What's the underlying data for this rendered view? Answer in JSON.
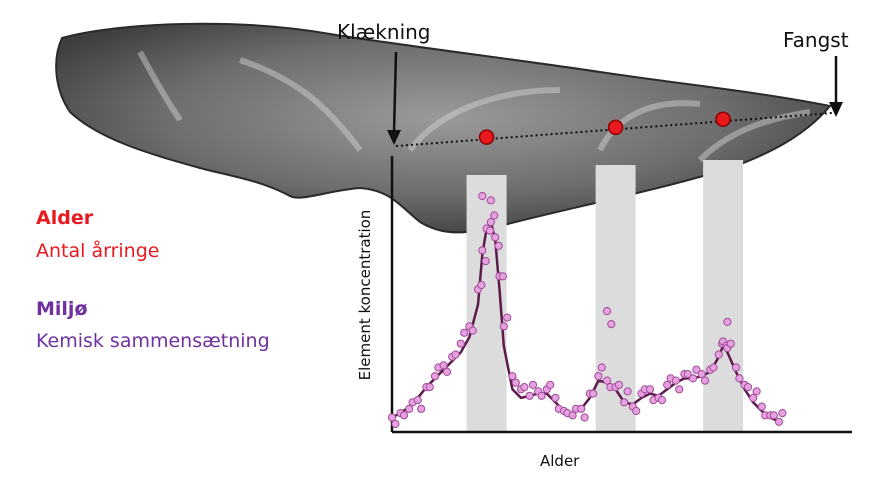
{
  "labels": {
    "hatching": "Klækning",
    "catch": "Fangst",
    "x_axis": "Alder",
    "y_axis": "Element koncentration"
  },
  "legend": {
    "age_title": "Alder",
    "age_desc": "Antal årringe",
    "env_title": "Miljø",
    "env_desc": "Kemisk sammensætning"
  },
  "colors": {
    "age": "#e8191f",
    "environment": "#7030a0",
    "curve": "#5b1a4a",
    "points_fill": "#e6a2e0",
    "points_stroke": "#a04a98",
    "bands": "#dcdcdc",
    "otolith_dark": "#3a3a3a",
    "otolith_light": "#bdbdbd"
  },
  "icons": [
    "hatching-arrow-icon",
    "catch-arrow-icon",
    "annual-ring-marker-icon"
  ],
  "chart_data": {
    "type": "scatter",
    "annual_ring_positions": [
      0.22,
      0.52,
      0.77
    ],
    "x": [
      0.0,
      0.02,
      0.04,
      0.06,
      0.08,
      0.1,
      0.12,
      0.14,
      0.16,
      0.18,
      0.2,
      0.21,
      0.22,
      0.23,
      0.24,
      0.25,
      0.26,
      0.28,
      0.3,
      0.32,
      0.34,
      0.36,
      0.38,
      0.4,
      0.42,
      0.44,
      0.46,
      0.48,
      0.5,
      0.52,
      0.54,
      0.56,
      0.58,
      0.6,
      0.62,
      0.64,
      0.66,
      0.68,
      0.7,
      0.72,
      0.74,
      0.76,
      0.77,
      0.78,
      0.8,
      0.82,
      0.84,
      0.86,
      0.88,
      0.9
    ],
    "y": [
      0.03,
      0.05,
      0.07,
      0.11,
      0.17,
      0.22,
      0.27,
      0.31,
      0.37,
      0.45,
      0.62,
      0.8,
      0.9,
      0.93,
      0.86,
      0.68,
      0.45,
      0.22,
      0.16,
      0.13,
      0.15,
      0.16,
      0.12,
      0.06,
      0.04,
      0.07,
      0.14,
      0.22,
      0.2,
      0.17,
      0.1,
      0.08,
      0.14,
      0.16,
      0.12,
      0.18,
      0.2,
      0.23,
      0.21,
      0.23,
      0.25,
      0.32,
      0.38,
      0.35,
      0.26,
      0.18,
      0.12,
      0.08,
      0.04,
      0.01
    ],
    "curve": [
      0.03,
      0.05,
      0.08,
      0.12,
      0.17,
      0.21,
      0.25,
      0.29,
      0.33,
      0.4,
      0.55,
      0.78,
      0.9,
      0.93,
      0.85,
      0.62,
      0.36,
      0.16,
      0.12,
      0.13,
      0.14,
      0.14,
      0.1,
      0.06,
      0.05,
      0.07,
      0.12,
      0.2,
      0.19,
      0.16,
      0.1,
      0.09,
      0.12,
      0.14,
      0.13,
      0.16,
      0.19,
      0.21,
      0.21,
      0.22,
      0.24,
      0.31,
      0.36,
      0.33,
      0.24,
      0.16,
      0.1,
      0.06,
      0.03,
      0.01
    ],
    "outliers_x": [
      0.21,
      0.23,
      0.5,
      0.51,
      0.78
    ],
    "outliers_y": [
      1.05,
      1.03,
      0.52,
      0.46,
      0.47
    ],
    "xlabel": "Alder",
    "ylabel": "Element koncentration"
  }
}
